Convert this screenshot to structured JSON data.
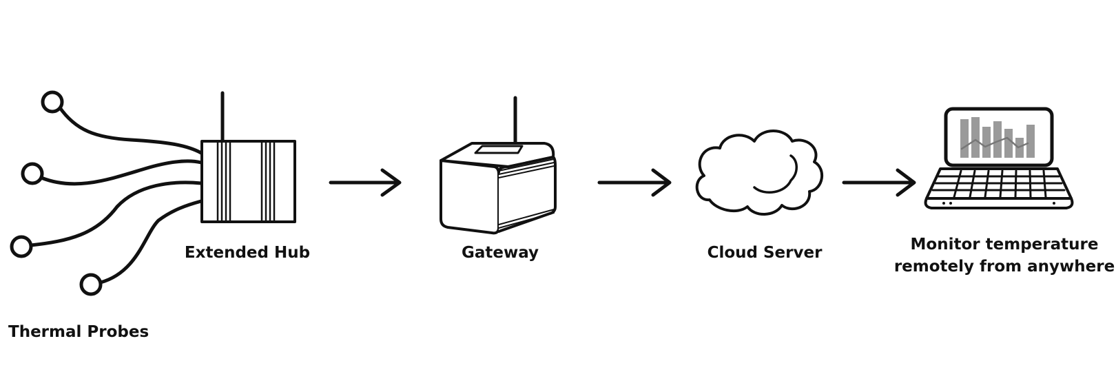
{
  "labels": {
    "thermal_probes": "Thermal Probes",
    "extended_hub": "Extended Hub",
    "gateway": "Gateway",
    "cloud_server": "Cloud Server",
    "monitor_line1": "Monitor temperature",
    "monitor_line2": "remotely from anywhere"
  },
  "icons": {
    "probes": "thermal-probe-icon",
    "hub": "hub-icon",
    "gateway": "gateway-icon",
    "cloud": "cloud-icon",
    "laptop": "laptop-icon",
    "arrow": "arrow-right-icon"
  },
  "colors": {
    "stroke": "#111111",
    "chart_bar": "#9a9a9a",
    "background": "#ffffff"
  }
}
